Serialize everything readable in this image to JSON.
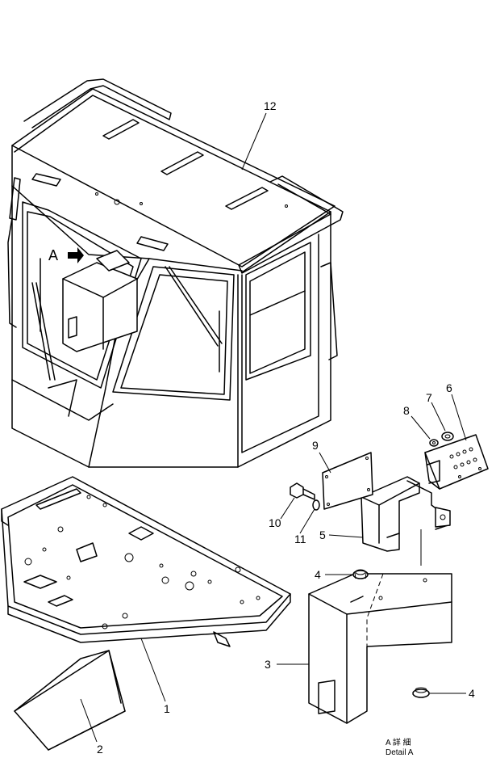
{
  "callouts": {
    "c1": "1",
    "c2": "2",
    "c3": "3",
    "c4a": "4",
    "c4b": "4",
    "c5": "5",
    "c6": "6",
    "c7": "7",
    "c8": "8",
    "c9": "9",
    "c10": "10",
    "c11": "11",
    "c12": "12"
  },
  "view_marker": "A",
  "detail_caption_jp": "A 詳 細",
  "detail_caption_en": "Detail A"
}
